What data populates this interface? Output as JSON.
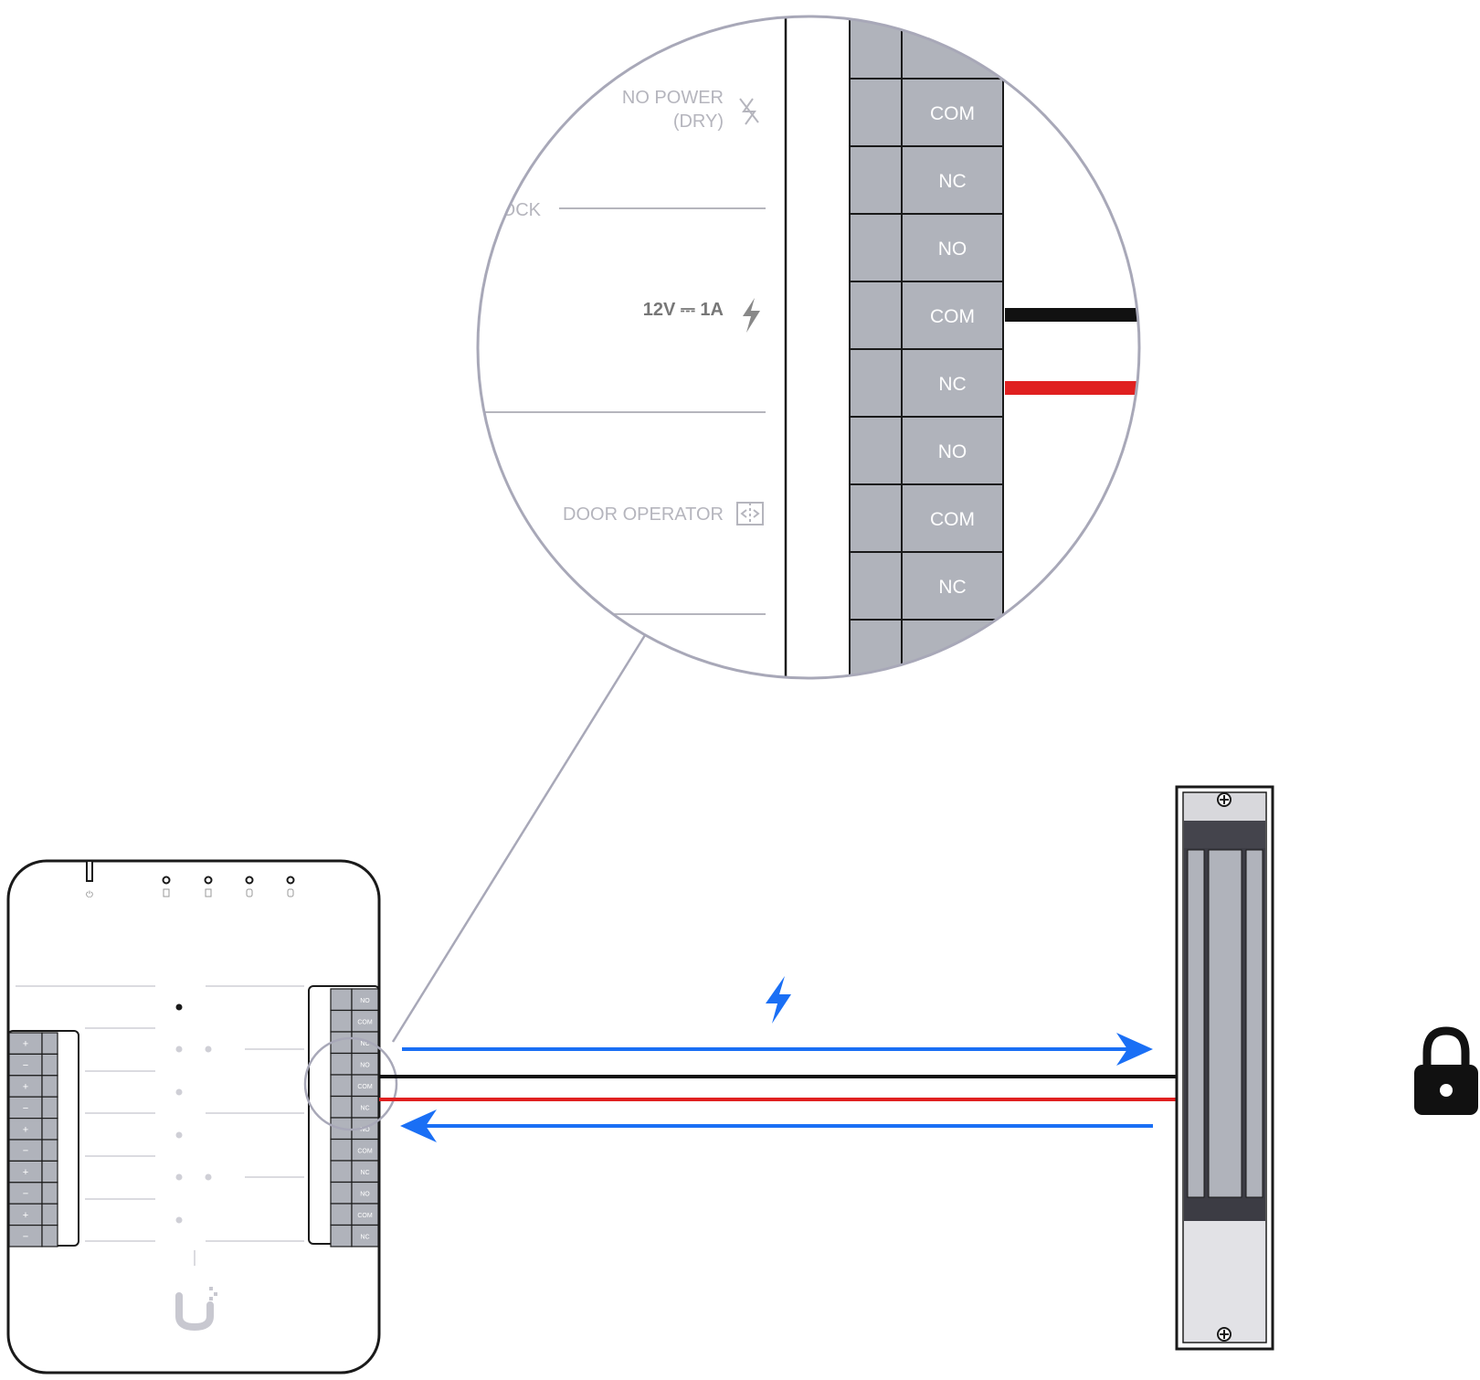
{
  "zoom": {
    "labels": {
      "no_power_line1": "NO POWER",
      "no_power_line2": "(DRY)",
      "lock_partial": "OCK",
      "power_rating": "12V ⎓ 1A",
      "door_operator": "DOOR OPERATOR"
    },
    "terminals": [
      "COM",
      "NC",
      "NO",
      "COM",
      "NC",
      "NO",
      "COM",
      "NC"
    ],
    "icons": [
      "no-power-icon",
      "lightning-icon",
      "door-operator-icon"
    ]
  },
  "hub": {
    "right_terminals": [
      "NO",
      "COM",
      "NC",
      "NO",
      "COM",
      "NC",
      "NO",
      "COM",
      "NC",
      "NO",
      "COM",
      "NC"
    ],
    "left_terminals": [
      "+",
      "−",
      "+",
      "−",
      "+",
      "−",
      "+",
      "−",
      "+",
      "−"
    ],
    "icons": [
      "power-icon",
      "door-icon",
      "door-icon",
      "reader-icon",
      "reader-icon",
      "ubiquiti-logo-icon"
    ]
  },
  "wiring": {
    "wire_colors": {
      "com": "#111111",
      "nc": "#e02020"
    },
    "arrow_color": "#1a6ff5",
    "icons": [
      "lightning-icon",
      "padlock-icon"
    ]
  },
  "colors": {
    "terminal_fill": "#b0b3bb",
    "outline": "#1a1a1a",
    "zoom_ring": "#a8a8b8",
    "label_gray": "#b5b5bd",
    "label_dark": "#666666"
  }
}
